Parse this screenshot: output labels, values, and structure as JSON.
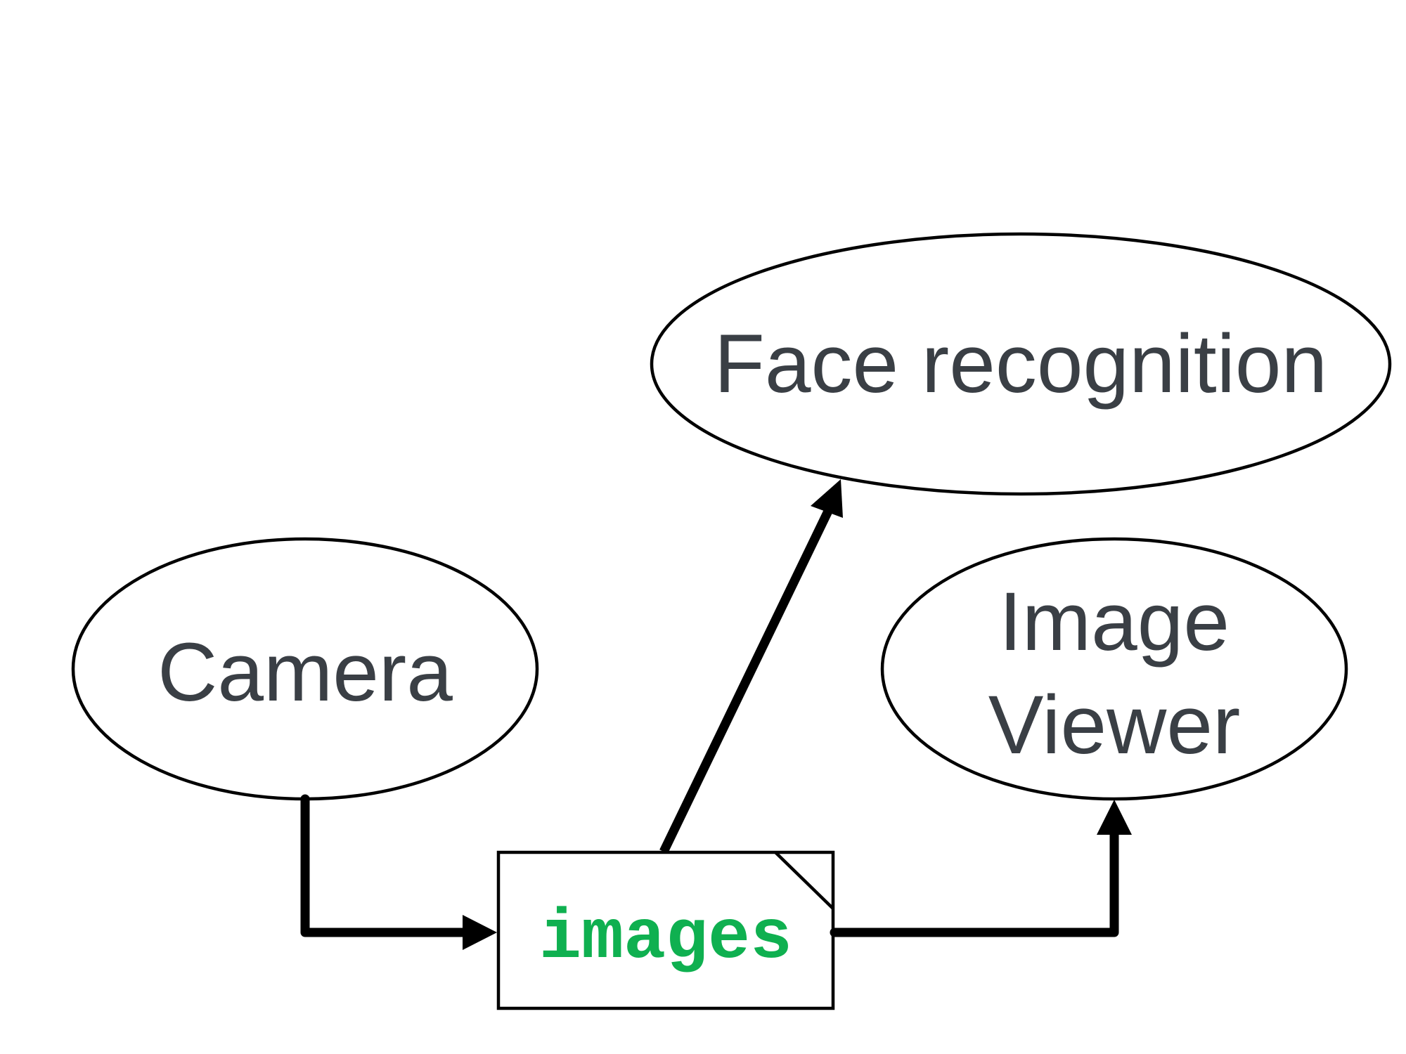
{
  "colors": {
    "node_text": "#3a3f45",
    "topic_text": "#0fb050",
    "stroke": "#000000",
    "background": "#ffffff"
  },
  "nodes": {
    "camera": {
      "label": "Camera"
    },
    "face_recognition": {
      "label": "Face recognition"
    },
    "image_viewer": {
      "line1": "Image",
      "line2": "Viewer"
    }
  },
  "topic": {
    "label": "images"
  }
}
